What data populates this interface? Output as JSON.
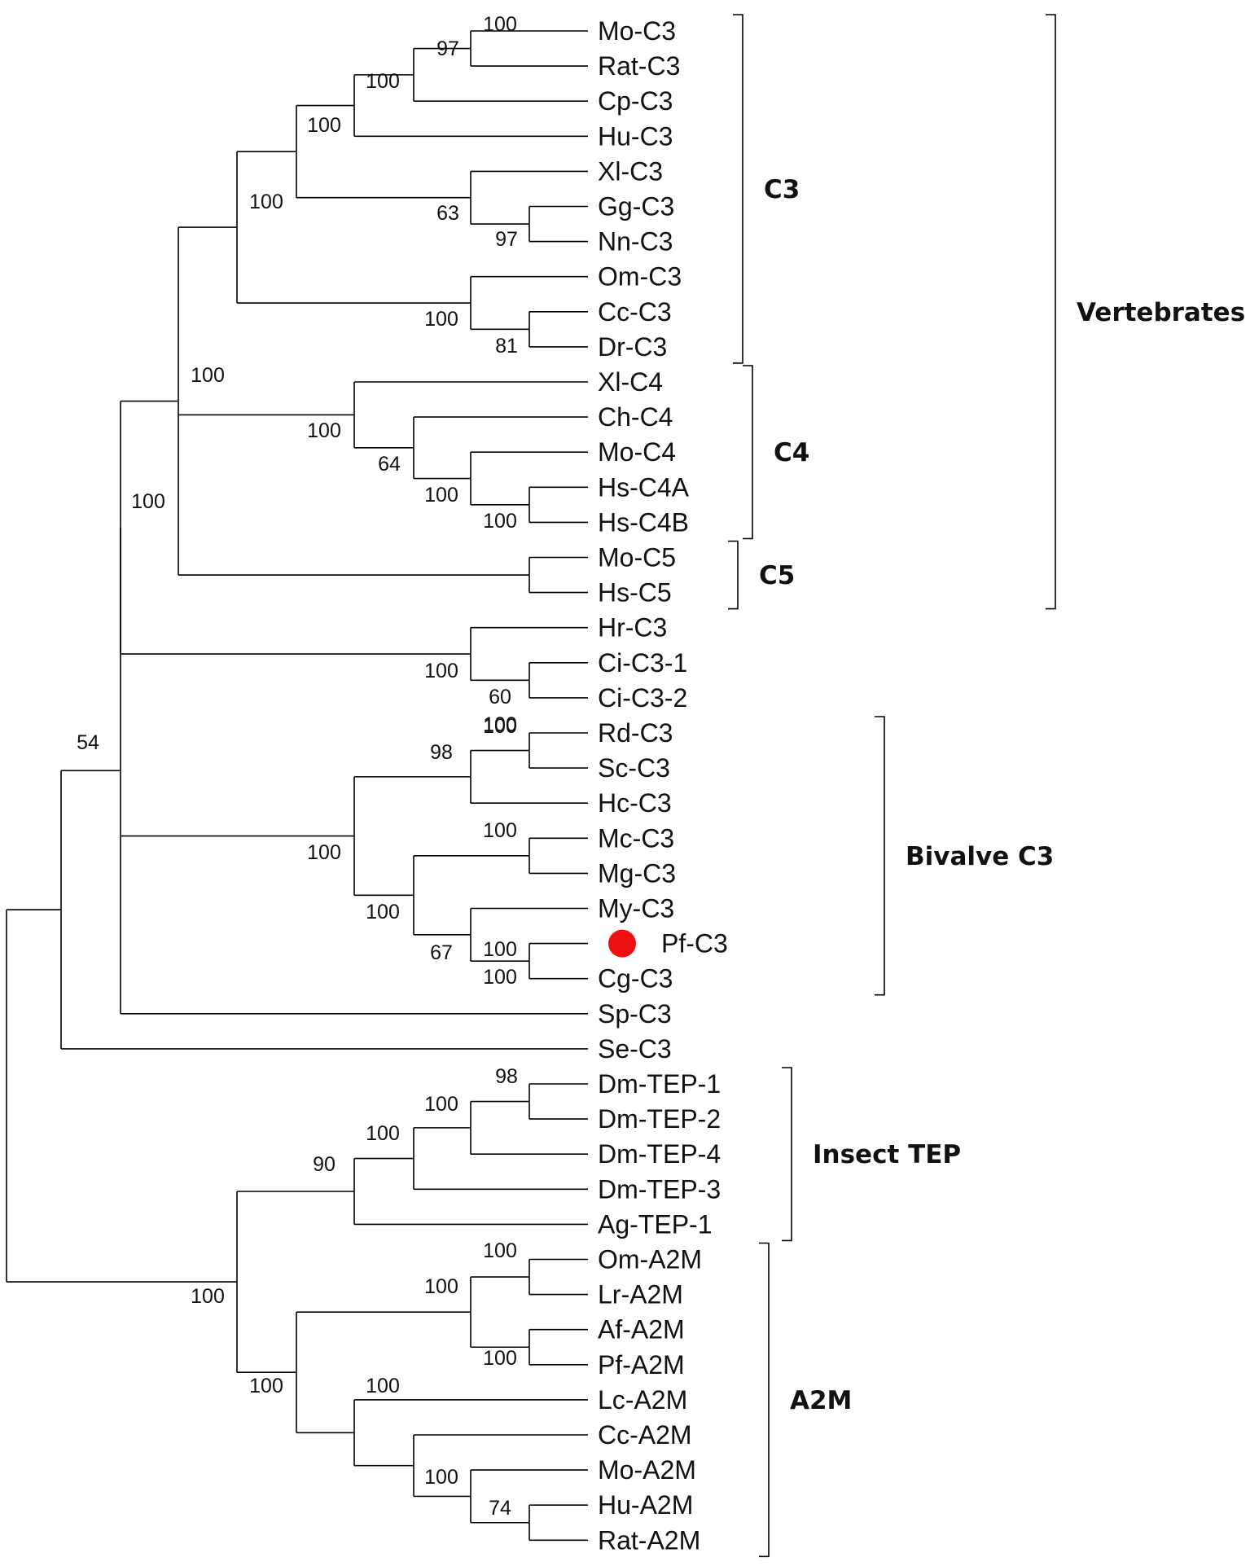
{
  "leaves": [
    "Mo-C3",
    "Rat-C3",
    "Cp-C3",
    "Hu-C3",
    "Xl-C3",
    "Gg-C3",
    "Nn-C3",
    "Om-C3",
    "Cc-C3",
    "Dr-C3",
    "Xl-C4",
    "Ch-C4",
    "Mo-C4",
    "Hs-C4A",
    "Hs-C4B",
    "Mo-C5",
    "Hs-C5",
    "Hr-C3",
    "Ci-C3-1",
    "Ci-C3-2",
    "Rd-C3",
    "Sc-C3",
    "Hc-C3",
    "Mc-C3",
    "Mg-C3",
    "My-C3",
    "Pf-C3",
    "Cg-C3",
    "Sp-C3",
    "Se-C3",
    "Dm-TEP-1",
    "Dm-TEP-2",
    "Dm-TEP-4",
    "Dm-TEP-3",
    "Ag-TEP-1",
    "Om-A2M",
    "Lr-A2M",
    "Af-A2M",
    "Pf-A2M",
    "Lc-A2M",
    "Cc-A2M",
    "Mo-A2M",
    "Hu-A2M",
    "Rat-A2M"
  ],
  "highlight": {
    "leaf": "Pf-C3",
    "color": "#ee1111"
  },
  "supports": [
    "100",
    "97",
    "100",
    "100",
    "63",
    "97",
    "100",
    "100",
    "81",
    "100",
    "100",
    "64",
    "100",
    "100",
    "100",
    "100",
    "60",
    "100",
    "100",
    "100",
    "98",
    "100",
    "100",
    "100",
    "67",
    "100",
    "54",
    "98",
    "100",
    "100",
    "90",
    "100",
    "100",
    "100",
    "100",
    "100",
    "74",
    "100",
    "100"
  ],
  "clades": [
    "C3",
    "C4",
    "C5",
    "Vertebrates",
    "Bivalve C3",
    "Insect TEP",
    "A2M"
  ]
}
